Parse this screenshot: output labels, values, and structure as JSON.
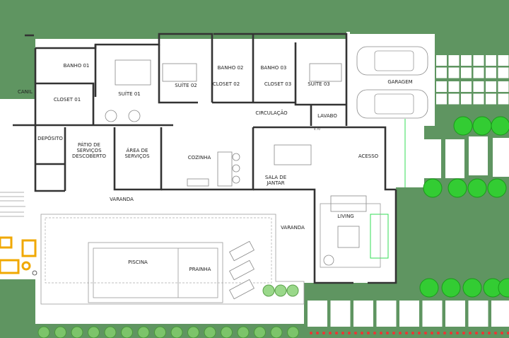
{
  "plan": {
    "rooms": {
      "banho01": "BANHO 01",
      "closet01": "CLOSET 01",
      "suite01": "SUÍTE 01",
      "suite02": "SUÍTE 02",
      "banho02": "BANHO 02",
      "closet02": "CLOSET 02",
      "banho03": "BANHO 03",
      "closet03": "CLOSET 03",
      "suite03": "SUÍTE 03",
      "garagem": "GARAGEM",
      "circulacao": "CIRCULAÇÃO",
      "lavabo": "LAVABO",
      "deposito": "DEPÓSITO",
      "patio_l1": "PÁTIO DE",
      "patio_l2": "SERVIÇOS",
      "patio_l3": "DESCOBERTO",
      "area_l1": "ÁREA DE",
      "area_l2": "SERVIÇOS",
      "cozinha": "COZINHA",
      "sala_l1": "SALA DE",
      "sala_l2": "JANTAR",
      "acesso": "ACESSO",
      "varanda1": "VARANDA",
      "varanda2": "VARANDA",
      "living": "LIVING",
      "piscina": "PISCINA",
      "prainha": "PRAINHA",
      "canil": "CANIL"
    },
    "dimension": "4.70",
    "colors": {
      "lawn": "#5f9561",
      "wall": "#333333",
      "tree": "#33cc33",
      "furniture_accent": "#f0a800"
    }
  }
}
